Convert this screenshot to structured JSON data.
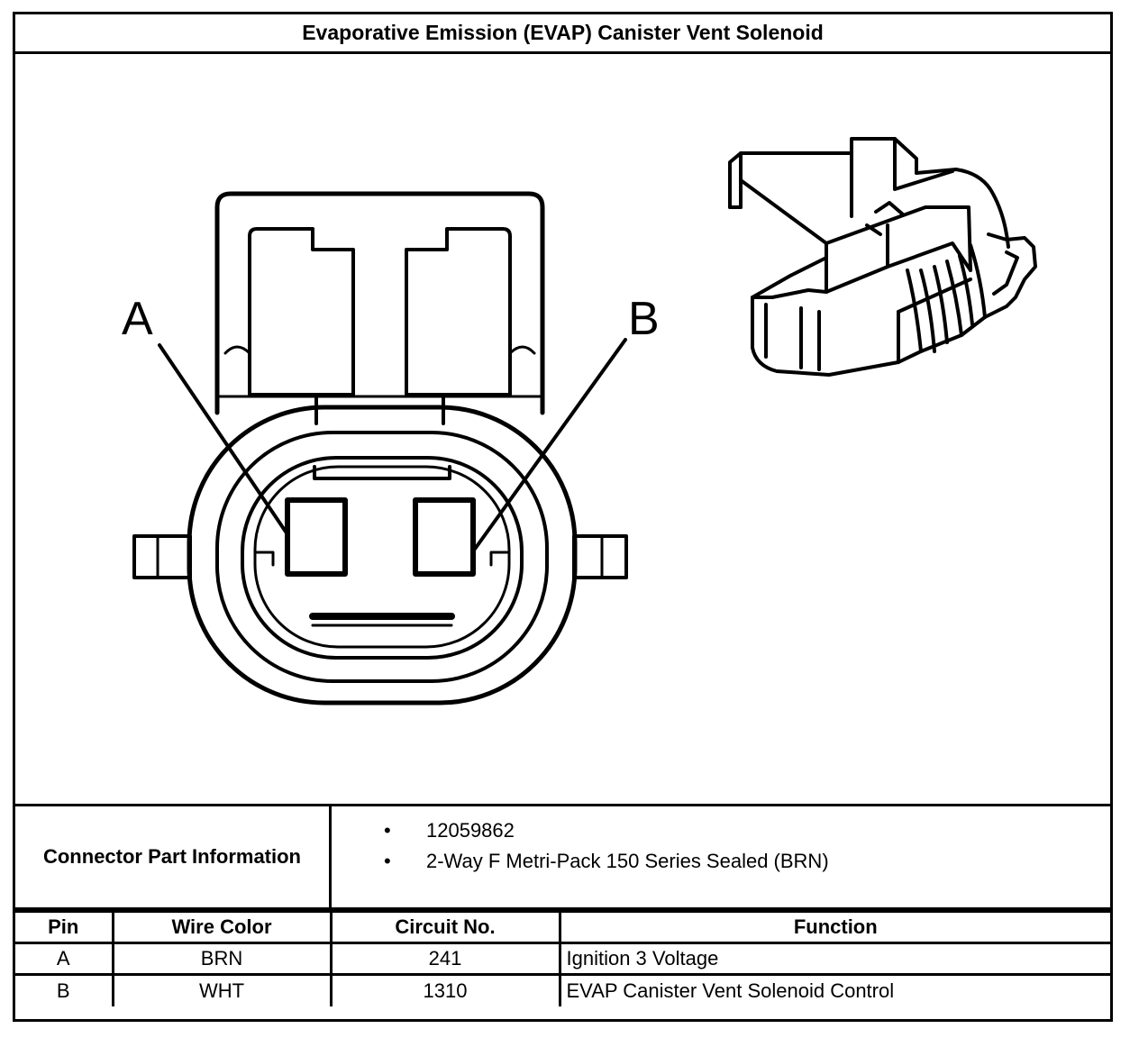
{
  "title": "Evaporative Emission (EVAP) Canister Vent Solenoid",
  "diagram": {
    "pin_labels": [
      "A",
      "B"
    ],
    "icons": [
      "connector-face-icon",
      "connector-isometric-icon"
    ]
  },
  "connector_info": {
    "label": "Connector Part Information",
    "items": [
      "12059862",
      "2-Way F Metri-Pack 150 Series Sealed (BRN)"
    ],
    "bullet": "•"
  },
  "pin_table": {
    "headers": [
      "Pin",
      "Wire Color",
      "Circuit No.",
      "Function"
    ],
    "rows": [
      [
        "A",
        "BRN",
        "241",
        "Ignition 3 Voltage"
      ],
      [
        "B",
        "WHT",
        "1310",
        "EVAP Canister Vent Solenoid Control"
      ]
    ]
  }
}
